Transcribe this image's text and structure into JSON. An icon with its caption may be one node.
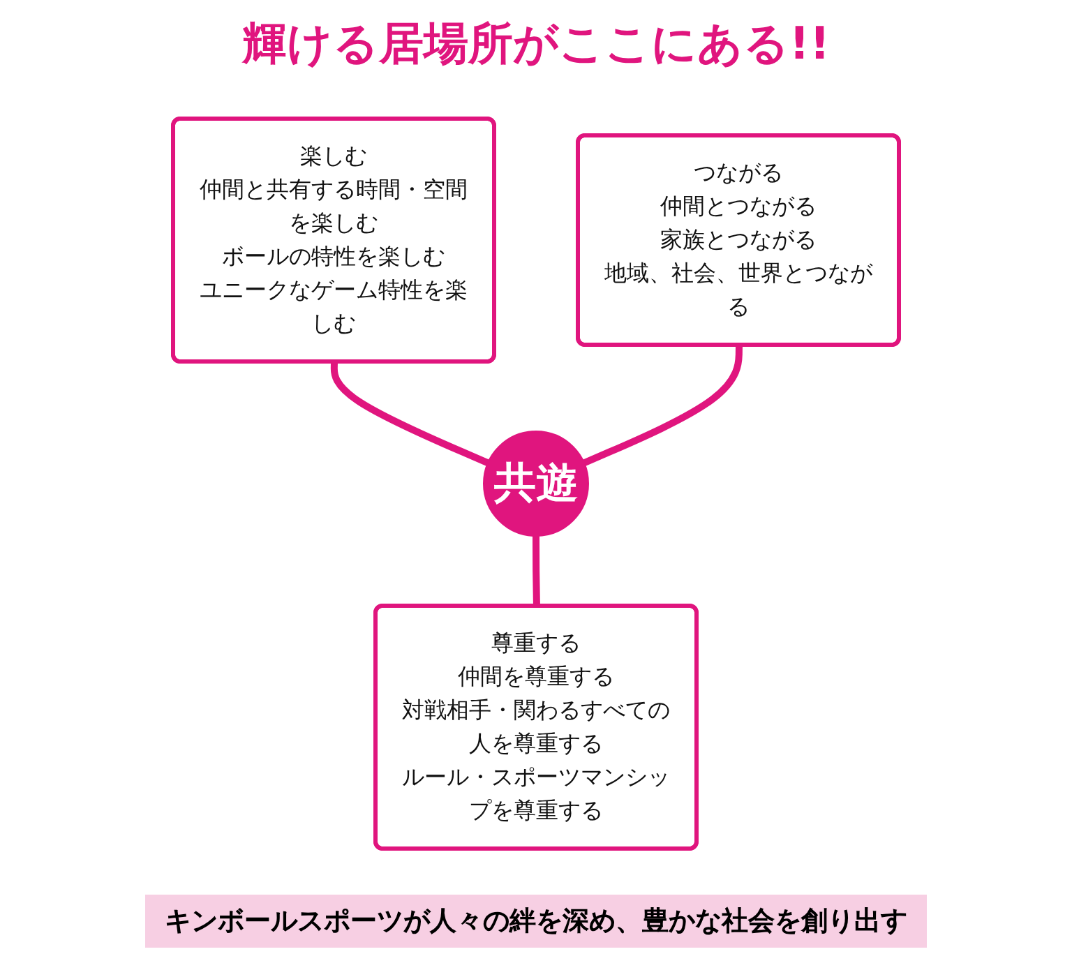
{
  "diagram": {
    "title": "輝ける居場所がここにある!!",
    "caption": "キンボールスポーツが人々の絆を深め、豊かな社会を創り出す",
    "nodes": [
      {
        "text": [
          "共遊"
        ]
      },
      {
        "text": [
          "楽しむ",
          "仲間と共有する時間・空間を楽しむ",
          "ボールの特性を楽しむ",
          "ユニークなゲーム特性を楽しむ"
        ]
      },
      {
        "text": [
          "つながる",
          "仲間とつながる",
          "家族とつながる",
          "地域、社会、世界とつながる"
        ]
      },
      {
        "text": [
          "尊重する",
          "仲間を尊重する",
          "対戦相手・関わるすべての人を尊重する",
          "ルール・スポーツマンシップを尊重する"
        ]
      }
    ],
    "edges": [
      {
        "from": 0,
        "to": 1,
        "arrow": "none"
      },
      {
        "from": 0,
        "to": 2,
        "arrow": "none"
      },
      {
        "from": 0,
        "to": 3,
        "arrow": "none"
      }
    ]
  }
}
